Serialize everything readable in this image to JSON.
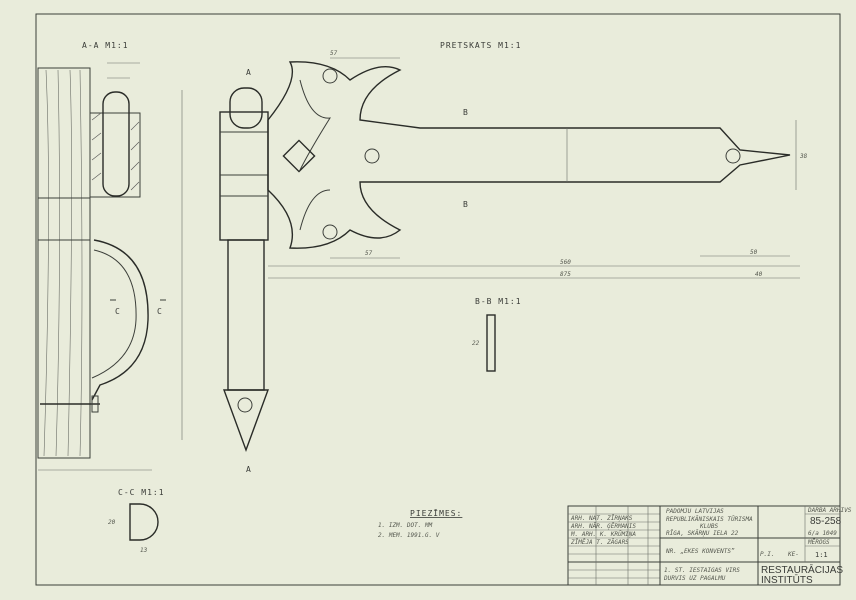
{
  "views": {
    "section_aa": "A-A  M1:1",
    "front_view": "PRETSKATS   M1:1",
    "section_bb": "B-B  M1:1",
    "section_cc": "C-C  M1:1",
    "cut_a": "A",
    "cut_b": "B",
    "cut_c": "C"
  },
  "notes": {
    "title": "PIEZĪMES:",
    "lines": [
      "1. IZM. DOT. MM",
      "2. MEM. 1991.G. V"
    ]
  },
  "dimensions": [
    "57",
    "57",
    "875",
    "560",
    "50",
    "40",
    "38",
    "22",
    "20",
    "13"
  ],
  "title_block": {
    "signatures": [
      "ARH. NAT. ZĪRŅAKS",
      "ARH. NĀR. ĢĒRMANIS",
      "M. ARH. K. KRŪMIŅA",
      "ZĪMĒJA T. ZĀGARS"
    ],
    "org_lines": [
      "PADOMJU LATVIJAS",
      "REPUBLIKĀNISKAIS TŪRISMA",
      "KLUBS",
      "RĪGA, SKĀRŅU IELA 22"
    ],
    "object": "NR. „EKES KONVENTS”",
    "subject_lines": [
      "1. ST. IESTAIGAS VIRS",
      "DURVIS UZ PAGALMU"
    ],
    "drawing_label": "DARBA ARHIVS",
    "drawing_number": "85-258",
    "sheet_ref": "6/a 1049",
    "stage": "P.I.",
    "code": "KE-",
    "scale_label": "MĒROGS",
    "scale": "1:1",
    "institute_lines": [
      "RESTAURĀCIJAS",
      "INSTITŪTS"
    ]
  }
}
